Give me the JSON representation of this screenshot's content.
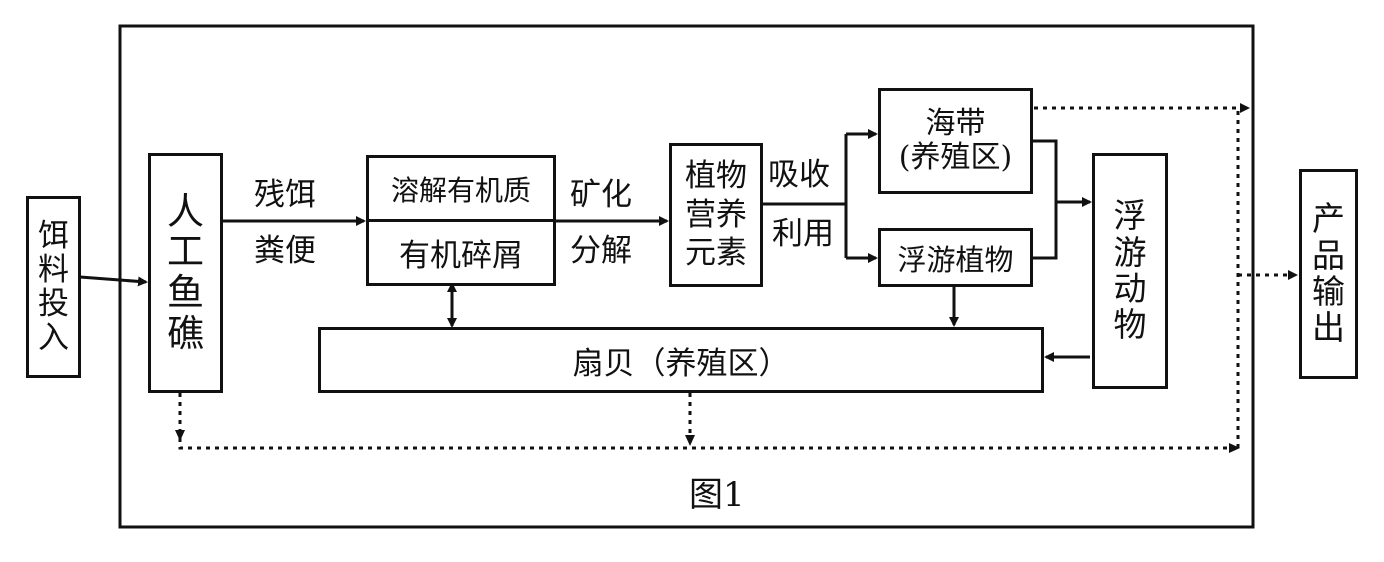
{
  "diagram": {
    "caption": "图1",
    "nodes": {
      "feed_input": "饵料投入",
      "artificial_reef": "人工鱼礁",
      "dissolved_organic": "溶解有机质",
      "organic_debris": "有机碎屑",
      "plant_nutrients": "植物营养元素",
      "kelp": "海带",
      "kelp_sub": "(养殖区)",
      "phytoplankton": "浮游植物",
      "zooplankton": "浮游动物",
      "scallop": "扇贝（养殖区）",
      "product_output": "产品输出"
    },
    "edge_labels": {
      "residual_feed_1": "残饵",
      "residual_feed_2": "粪便",
      "mineralization_1": "矿化",
      "mineralization_2": "分解",
      "absorption_1": "吸收",
      "absorption_2": "利用"
    }
  }
}
